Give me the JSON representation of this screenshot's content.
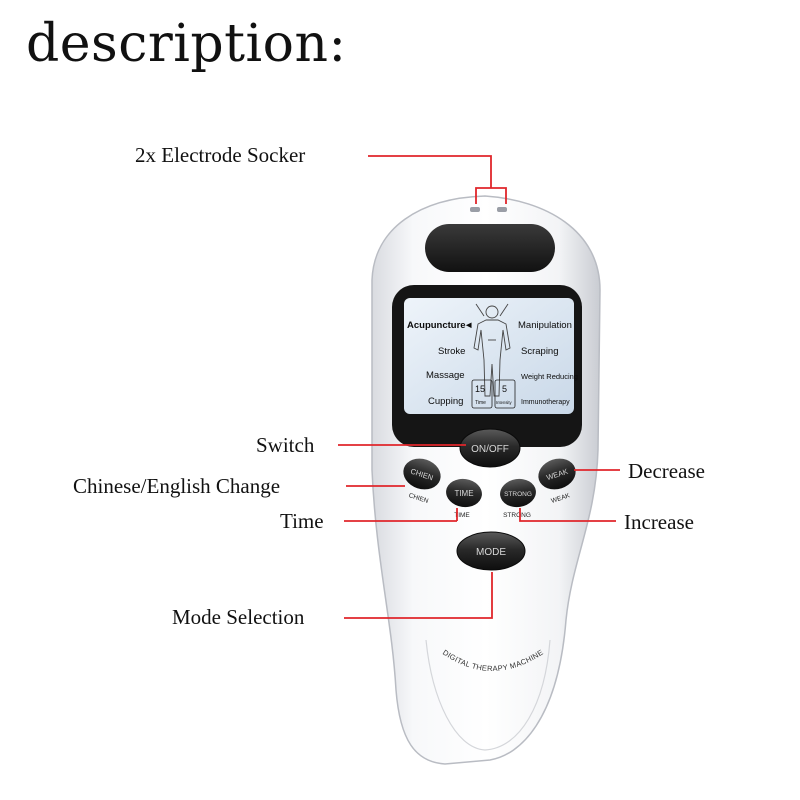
{
  "title": "description:",
  "callouts": {
    "electrode": "2x Electrode Socker",
    "switch": "Switch",
    "chinese_english": "Chinese/English Change",
    "time": "Time",
    "decrease": "Decrease",
    "increase": "Increase",
    "mode_selection": "Mode Selection"
  },
  "lcd": {
    "left_items": [
      "Acupuncture",
      "Stroke",
      "Massage",
      "Cupping"
    ],
    "right_items": [
      "Manipulation",
      "Scraping",
      "Weight Reducing",
      "Immunotherapy"
    ],
    "timer_value": "15",
    "timer_label": "Time",
    "level_value": "5",
    "level_label": "Intensity",
    "selected_arrow": "◄"
  },
  "buttons": {
    "on_off": "ON/OFF",
    "chien": "CHIEN",
    "chien_sub": "CHIEN",
    "time": "TIME",
    "time_sub": "TIME",
    "strong": "STRONG",
    "strong_sub": "STRONG",
    "weak": "WEAK",
    "weak_sub": "WEAK",
    "mode": "MODE"
  },
  "device_label": "DIGITAL THERAPY MACHINE",
  "colors": {
    "leader_line": "#e0262b",
    "device_body": "#f4f5f7",
    "button": "#2b2b2b",
    "lcd_screen": "#d9e6f2"
  }
}
